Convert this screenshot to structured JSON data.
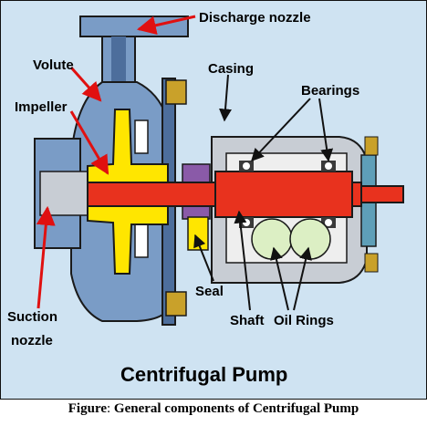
{
  "labels": {
    "discharge_nozzle": "Discharge nozzle",
    "volute": "Volute",
    "impeller": "Impeller",
    "casing": "Casing",
    "bearings": "Bearings",
    "seal": "Seal",
    "shaft": "Shaft",
    "oil_rings": "Oil Rings",
    "suction_line1": "Suction",
    "suction_line2": "nozzle"
  },
  "title": "Centrifugal Pump",
  "caption": {
    "prefix": "Figure",
    "separator": ":",
    "text": " General components of Centrifugal Pump"
  },
  "colors": {
    "background": "#cfe3f2",
    "casing": "#7a9cc6",
    "casing_dark": "#4d6e9c",
    "impeller": "#ffe600",
    "shaft": "#e8321e",
    "seal": "#8a5aa8",
    "bearing_housing": "#c8cdd4",
    "bolt": "#c9a12a",
    "arrow": "#e01010",
    "outline": "#1a1a1a"
  }
}
